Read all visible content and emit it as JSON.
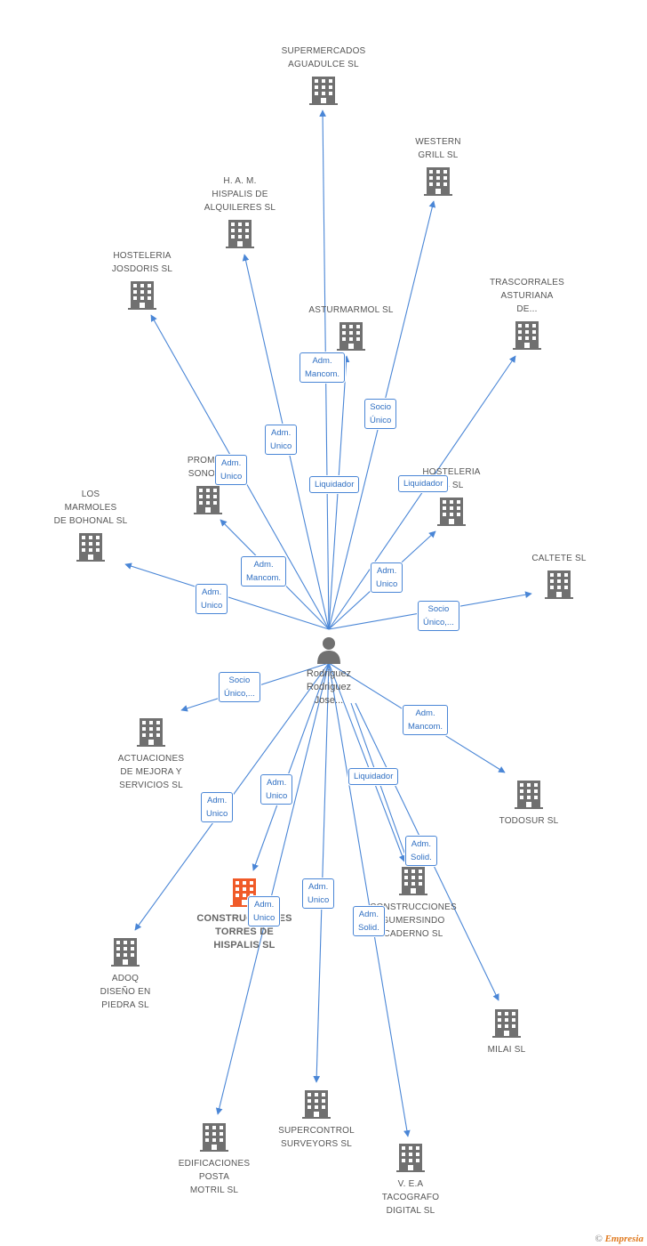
{
  "center": {
    "name": "Rodriguez\nRodriguez\nJose..."
  },
  "nodes": [
    {
      "id": "supermercados",
      "label": "SUPERMERCADOS\nAGUADULCE SL",
      "focus": false
    },
    {
      "id": "western",
      "label": "WESTERN\nGRILL  SL",
      "focus": false
    },
    {
      "id": "ham",
      "label": "H.  A.  M.\nHISPALIS DE\nALQUILERES SL",
      "focus": false
    },
    {
      "id": "josdoris",
      "label": "HOSTELERIA\nJOSDORIS SL",
      "focus": false
    },
    {
      "id": "trascorrales",
      "label": "TRASCORRALES\nASTURIANA\nDE...",
      "focus": false
    },
    {
      "id": "asturmarmol",
      "label": "ASTURMARMOL SL",
      "focus": false
    },
    {
      "id": "promod",
      "label": "PROMOD\nSONORA",
      "focus": false
    },
    {
      "id": "hosteleria14",
      "label": "HOSTELERIA\n14  SL",
      "focus": false
    },
    {
      "id": "marmoles",
      "label": "LOS\nMARMOLES\nDE BOHONAL SL",
      "focus": false
    },
    {
      "id": "caltete",
      "label": "CALTETE  SL",
      "focus": false
    },
    {
      "id": "actuaciones",
      "label": "ACTUACIONES\nDE MEJORA Y\nSERVICIOS SL",
      "focus": false
    },
    {
      "id": "todosur",
      "label": "TODOSUR SL",
      "focus": false
    },
    {
      "id": "construcciones_torres",
      "label": "CONSTRUCCIONES\nTORRES DE\nHISPALIS SL",
      "focus": true
    },
    {
      "id": "construcciones_gumersindo",
      "label": "CONSTRUCCIONES\nGUMERSINDO\nCADERNO SL",
      "focus": false
    },
    {
      "id": "adoq",
      "label": "ADOQ\nDISEÑO EN\nPIEDRA SL",
      "focus": false
    },
    {
      "id": "milai",
      "label": "MILAI  SL",
      "focus": false
    },
    {
      "id": "supercontrol",
      "label": "SUPERCONTROL\nSURVEYORS SL",
      "focus": false
    },
    {
      "id": "edificaciones",
      "label": "EDIFICACIONES\nPOSTA\nMOTRIL SL",
      "focus": false
    },
    {
      "id": "vea",
      "label": "V. E.A\nTACOGRAFO\nDIGITAL SL",
      "focus": false
    }
  ],
  "badges": [
    {
      "id": "b_sup",
      "text": "Adm.\nMancom."
    },
    {
      "id": "b_west",
      "text": "Socio\nÚnico"
    },
    {
      "id": "b_ham",
      "text": "Adm.\nUnico"
    },
    {
      "id": "b_jos",
      "text": "Adm.\nUnico"
    },
    {
      "id": "b_ast",
      "text": "Liquidador"
    },
    {
      "id": "b_tras",
      "text": "Liquidador"
    },
    {
      "id": "b_prom",
      "text": "Adm.\nMancom."
    },
    {
      "id": "b_h14",
      "text": "Adm.\nUnico"
    },
    {
      "id": "b_marm",
      "text": "Adm.\nUnico"
    },
    {
      "id": "b_calt",
      "text": "Socio\nÚnico,..."
    },
    {
      "id": "b_act",
      "text": "Socio\nÚnico,..."
    },
    {
      "id": "b_todo",
      "text": "Adm.\nMancom."
    },
    {
      "id": "b_ctorres",
      "text": "Adm.\nUnico"
    },
    {
      "id": "b_liq2",
      "text": "Liquidador"
    },
    {
      "id": "b_gum",
      "text": "Adm.\nSolid."
    },
    {
      "id": "b_adoq",
      "text": "Adm.\nUnico"
    },
    {
      "id": "b_edif",
      "text": "Adm.\nUnico"
    },
    {
      "id": "b_super",
      "text": "Adm.\nUnico"
    },
    {
      "id": "b_vea",
      "text": "Adm.\nSolid."
    }
  ],
  "colors": {
    "edge": "#4a86d6",
    "building": "#707070",
    "focus_building": "#f05a28",
    "person": "#707070"
  },
  "footer": {
    "copyright": "©",
    "brand": "Empresia"
  }
}
